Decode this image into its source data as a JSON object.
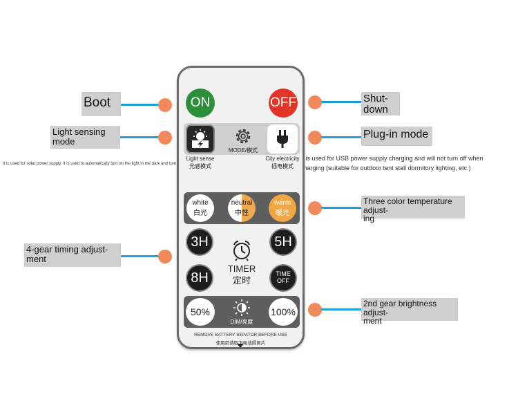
{
  "callouts": {
    "boot": "Boot",
    "shutdown": "Shut-\ndown",
    "light_sensing": "Light sensing\nmode",
    "plugin": "Plug-in mode",
    "three_color": "Three color temperature adjust-\ning",
    "timing": "4-gear timing adjust-\nment",
    "brightness": "2nd gear brightness adjust-\nment"
  },
  "notes": {
    "solar": "It is used for solar power supply. It is used to automatically turn on the light in the dark and turn off the light in the day",
    "usb_line1": "It is used for USB power supply charging and will not turn off when",
    "usb_line2": "charging (suitable for outdoor tent stall dormitory lighting, etc.)"
  },
  "remote": {
    "on_label": "ON",
    "off_label": "OFF",
    "light_sense_en": "Light sense",
    "light_sense_cn": "光感模式",
    "mode_label": "MODE/模式",
    "city_en": "City electricity",
    "city_cn": "插电模式",
    "white_en": "white",
    "white_cn": "白光",
    "neutral_en": "neutral",
    "neutral_cn": "中性",
    "warm_en": "warm",
    "warm_cn": "暖光",
    "t3h": "3H",
    "t5h": "5H",
    "t8h": "8H",
    "timer_en": "TIMER",
    "timer_cn": "定时",
    "time_off_1": "TIME",
    "time_off_2": "OFF",
    "p50": "50%",
    "p100": "100%",
    "dim_label": "DIM/亮度",
    "footer_en": "REMOVE BATTERY SEPATOR BEFORE USE",
    "footer_cn": "使用前请取下电池隔离片"
  }
}
